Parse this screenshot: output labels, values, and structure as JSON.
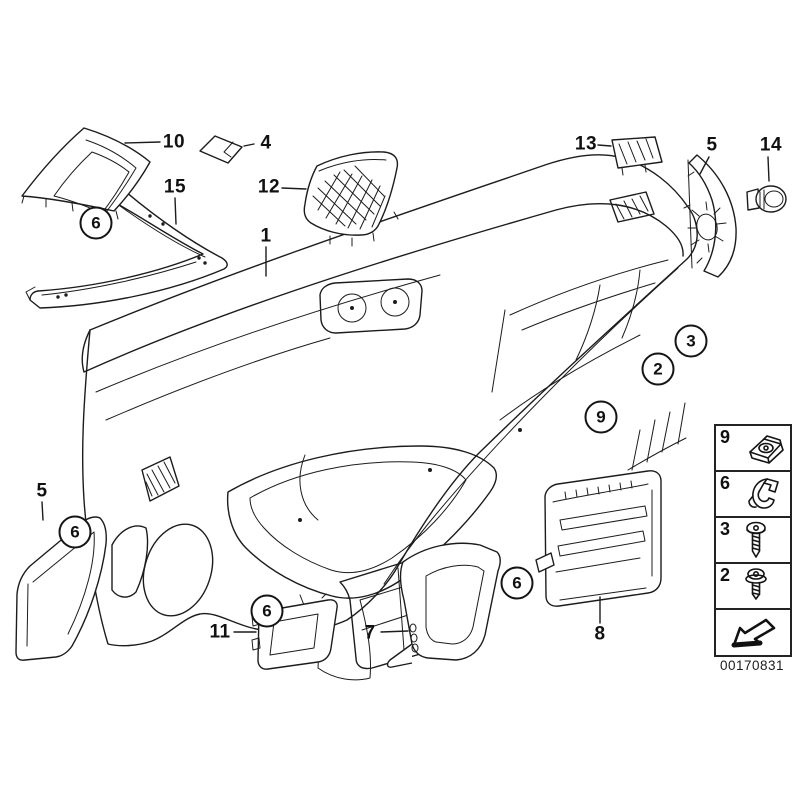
{
  "diagram": {
    "background": "#ffffff",
    "line_color": "#1c1c1c",
    "image_code": "00170831",
    "callouts": {
      "p10": "10",
      "p4": "4",
      "p15": "15",
      "p12": "12",
      "p1": "1",
      "p13": "13",
      "p5_top": "5",
      "p14": "14",
      "c6_a": "6",
      "p5_left": "5",
      "c6_b": "6",
      "c3": "3",
      "c2": "2",
      "c9": "9",
      "p11": "11",
      "c6_c": "6",
      "p7": "7",
      "c6_d": "6",
      "p8": "8"
    },
    "legend": {
      "rows": [
        {
          "label": "9",
          "icon": "cage-nut-clip-icon"
        },
        {
          "label": "6",
          "icon": "spring-clip-icon"
        },
        {
          "label": "3",
          "icon": "torx-screw-long-icon"
        },
        {
          "label": "2",
          "icon": "torx-screw-short-icon"
        },
        {
          "label": "",
          "icon": "direction-arrow-icon"
        }
      ]
    }
  }
}
